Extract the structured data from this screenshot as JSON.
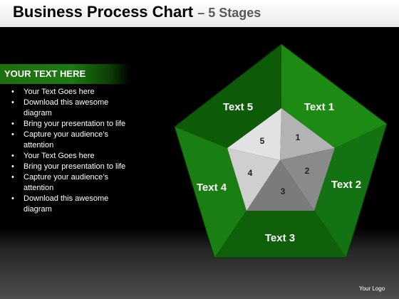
{
  "header": {
    "title": "Business Process Chart",
    "subtitle": "– 5 Stages"
  },
  "panel": {
    "heading": "YOUR TEXT HERE",
    "bullets": [
      "Your Text Goes here",
      "Download this awesome diagram",
      "Bring your presentation to life",
      "Capture your audience’s attention",
      "Your Text Goes here",
      "Bring your presentation to life",
      "Capture your audience’s attention",
      "Download this awesome diagram"
    ]
  },
  "diagram": {
    "segments": [
      {
        "label": "Text 1",
        "number": "1"
      },
      {
        "label": "Text 2",
        "number": "2"
      },
      {
        "label": "Text 3",
        "number": "3"
      },
      {
        "label": "Text 4",
        "number": "4"
      },
      {
        "label": "Text 5",
        "number": "5"
      }
    ],
    "colors": {
      "green": "#1b7a12",
      "green_dark": "#0e4a08",
      "gray_light": "#d6d6d6",
      "gray_dark": "#6e6e6e"
    }
  },
  "footer": {
    "logo": "Your Logo"
  }
}
